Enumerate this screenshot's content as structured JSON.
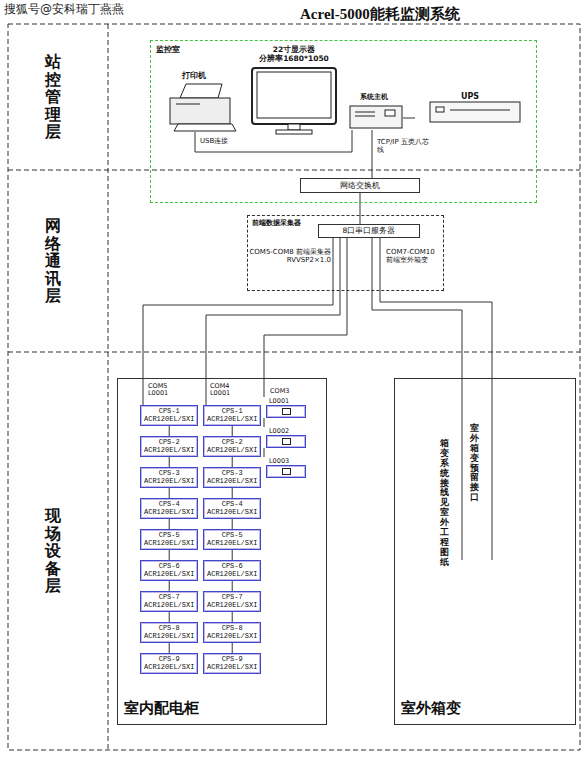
{
  "diagram": {
    "title": "Acrel-5000能耗监测系统",
    "nodes": [
      {
        "text": [
          "站控管理层"
        ]
      },
      {
        "text": [
          "网络通讯层"
        ]
      },
      {
        "text": [
          "现场设备层"
        ]
      },
      {
        "text": [
          "监控室"
        ]
      },
      {
        "text": [
          "打印机"
        ],
        "in": 3
      },
      {
        "text": [
          "22寸显示器",
          "分辨率1680*1050"
        ],
        "in": 3
      },
      {
        "text": [
          "系统主机"
        ],
        "in": 3
      },
      {
        "text": [
          "UPS"
        ],
        "in": 3
      },
      {
        "text": [
          "网络交换机"
        ],
        "in": 3
      },
      {
        "text": [
          "前端数据采集器"
        ]
      },
      {
        "text": [
          "8口串口服务器"
        ],
        "in": 9
      },
      {
        "text": [
          "室内配电柜"
        ]
      },
      {
        "text": [
          "室外箱变",
          "室外箱变预留接口",
          "箱变系统接线见室外工程图纸"
        ]
      },
      {
        "text": [
          "CPS-1",
          "ACR120EL/SXI"
        ],
        "in": 11
      },
      {
        "text": [
          "CPS-2",
          "ACR120EL/SXI"
        ],
        "in": 11
      },
      {
        "text": [
          "CPS-3",
          "ACR120EL/SXI"
        ],
        "in": 11
      },
      {
        "text": [
          "CPS-4",
          "ACR120EL/SXI"
        ],
        "in": 11
      },
      {
        "text": [
          "CPS-5",
          "ACR120EL/SXI"
        ],
        "in": 11
      },
      {
        "text": [
          "CPS-6",
          "ACR120EL/SXI"
        ],
        "in": 11
      },
      {
        "text": [
          "CPS-7",
          "ACR120EL/SXI"
        ],
        "in": 11
      },
      {
        "text": [
          "CPS-8",
          "ACR120EL/SXI"
        ],
        "in": 11
      },
      {
        "text": [
          "CPS-9",
          "ACR120EL/SXI"
        ],
        "in": 11
      },
      {
        "text": [
          "CPS-1",
          "ACR120EL/SXI"
        ],
        "in": 11
      },
      {
        "text": [
          "CPS-2",
          "ACR120EL/SXI"
        ],
        "in": 11
      },
      {
        "text": [
          "CPS-3",
          "ACR120EL/SXI"
        ],
        "in": 11
      },
      {
        "text": [
          "CPS-4",
          "ACR120EL/SXI"
        ],
        "in": 11
      },
      {
        "text": [
          "CPS-5",
          "ACR120EL/SXI"
        ],
        "in": 11
      },
      {
        "text": [
          "CPS-6",
          "ACR120EL/SXI"
        ],
        "in": 11
      },
      {
        "text": [
          "CPS-7",
          "ACR120EL/SXI"
        ],
        "in": 11
      },
      {
        "text": [
          "CPS-8",
          "ACR120EL/SXI"
        ],
        "in": 11
      },
      {
        "text": [
          "CPS-9",
          "ACR120EL/SXI"
        ],
        "in": 11
      },
      {
        "text": [
          "L0001"
        ],
        "in": 11
      },
      {
        "text": [
          "L0002"
        ],
        "in": 11
      },
      {
        "text": [
          "L0003"
        ],
        "in": 11
      }
    ],
    "edges": [
      {
        "from": 4,
        "to": 6,
        "label": "USB连接",
        "arrow": "none"
      },
      {
        "from": 6,
        "to": 7,
        "arrow": "none"
      },
      {
        "from": 6,
        "to": 8,
        "label": "TCP/IP 五类八芯线",
        "arrow": "none"
      },
      {
        "from": 8,
        "to": 10,
        "arrow": "none"
      },
      {
        "from": 10,
        "to": 31,
        "arrow": "none"
      },
      {
        "from": 10,
        "to": 22,
        "arrow": "none"
      },
      {
        "from": 10,
        "to": 13,
        "arrow": "none"
      },
      {
        "from": 10,
        "to": 12,
        "arrow": "none"
      },
      {
        "from": 10,
        "to": 12,
        "arrow": "none"
      },
      {
        "from": 13,
        "to": 14,
        "arrow": "none"
      },
      {
        "from": 14,
        "to": 15,
        "arrow": "none"
      },
      {
        "from": 15,
        "to": 16,
        "arrow": "none"
      },
      {
        "from": 16,
        "to": 17,
        "arrow": "none"
      },
      {
        "from": 17,
        "to": 18,
        "arrow": "none"
      },
      {
        "from": 18,
        "to": 19,
        "arrow": "none"
      },
      {
        "from": 19,
        "to": 20,
        "arrow": "none"
      },
      {
        "from": 20,
        "to": 21,
        "arrow": "none"
      },
      {
        "from": 22,
        "to": 23,
        "arrow": "none"
      },
      {
        "from": 23,
        "to": 24,
        "arrow": "none"
      },
      {
        "from": 24,
        "to": 25,
        "arrow": "none"
      },
      {
        "from": 25,
        "to": 26,
        "arrow": "none"
      },
      {
        "from": 26,
        "to": 27,
        "arrow": "none"
      },
      {
        "from": 27,
        "to": 28,
        "arrow": "none"
      },
      {
        "from": 28,
        "to": 29,
        "arrow": "none"
      },
      {
        "from": 29,
        "to": 30,
        "arrow": "none"
      },
      {
        "from": 31,
        "to": 32,
        "arrow": "none"
      },
      {
        "from": 32,
        "to": 33,
        "arrow": "none"
      }
    ],
    "labels": [
      "搜狐号@安科瑞丁燕燕",
      "COM5-COM8 前端采集器RVVSP2×1.0",
      "COM7-COM10 前端室外箱变",
      "COM5 L0001",
      "COM4 L0001",
      "COM3"
    ]
  }
}
